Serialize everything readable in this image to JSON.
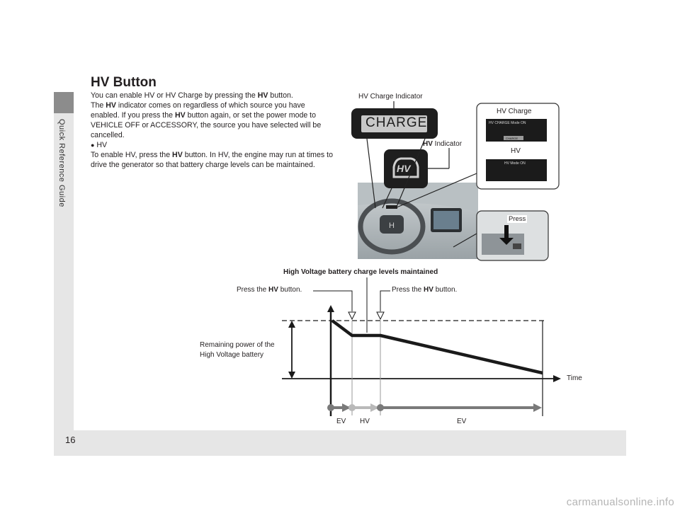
{
  "sidebar": {
    "label": "Quick Reference Guide"
  },
  "page_number": "16",
  "section_title": "HV Button",
  "intro": {
    "line1_a": "You can enable HV or HV Charge by pressing the ",
    "line1_b": "HV",
    "line1_c": " button.",
    "line2_a": "The ",
    "line2_b": "HV",
    "line2_c": " indicator comes on regardless of which source you have enabled. If you press the ",
    "line2_d": "HV",
    "line2_e": " button again, or set the power mode to VEHICLE OFF or ACCESSORY, the source you have selected will be cancelled."
  },
  "hv_item": {
    "bullet": "●",
    "heading": "HV",
    "text_a": "To enable HV, press the ",
    "text_b": "HV",
    "text_c": " button. In HV, the engine may run at times to drive the generator so that battery charge levels can be maintained."
  },
  "illustration": {
    "hv_charge_indicator_label": "HV Charge Indicator",
    "charge_badge_text": "CHARGE",
    "hv_indicator_label_bold": "HV",
    "hv_indicator_label_rest": " Indicator",
    "hv_badge_text": "HV",
    "hv_charge_box_title": "HV Charge",
    "hv_charge_screen_text": "HV CHARGE Mode ON",
    "hv_charge_screen_badge": "CHARGE",
    "hv_box_title": "HV",
    "hv_screen_text": "HV Mode ON",
    "press_label": "Press"
  },
  "graph": {
    "maintained_label": "High Voltage battery charge levels maintained",
    "press_left_a": "Press the ",
    "press_left_b": "HV",
    "press_left_c": " button.",
    "press_right_a": "Press the ",
    "press_right_b": "HV",
    "press_right_c": " button.",
    "remaining_line1": "Remaining power of the",
    "remaining_line2": "High Voltage battery",
    "time_label": "Time",
    "mode_labels": [
      "EV",
      "HV",
      "EV"
    ]
  },
  "watermark": "carmanualsonline.info"
}
